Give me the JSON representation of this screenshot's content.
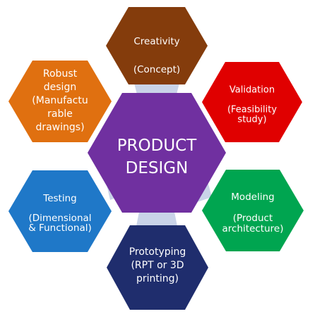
{
  "center": {
    "lines": [
      "PRODUCT",
      "DESIGN"
    ],
    "color": "#7030a0"
  },
  "connector_color": "#c9d3e8",
  "stages": [
    {
      "id": "creativity",
      "lines": [
        "Creativity",
        "",
        "(Concept)"
      ],
      "color": "#843c0c"
    },
    {
      "id": "validation",
      "lines": [
        "Validation",
        "",
        "(Feasibility",
        "study)"
      ],
      "color": "#e00000"
    },
    {
      "id": "modeling",
      "lines": [
        "Modeling",
        "",
        "(Product",
        "architecture)"
      ],
      "color": "#00a550"
    },
    {
      "id": "prototyping",
      "lines": [
        "Prototyping",
        "(RPT or 3D",
        "printing)"
      ],
      "color": "#1f2d6d"
    },
    {
      "id": "testing",
      "lines": [
        "Testing",
        "",
        "(Dimensional",
        "& Functional)"
      ],
      "color": "#1f78c8"
    },
    {
      "id": "robust",
      "lines": [
        "Robust",
        "design",
        "(Manufactu",
        "rable",
        "drawings)"
      ],
      "color": "#e07010"
    }
  ]
}
